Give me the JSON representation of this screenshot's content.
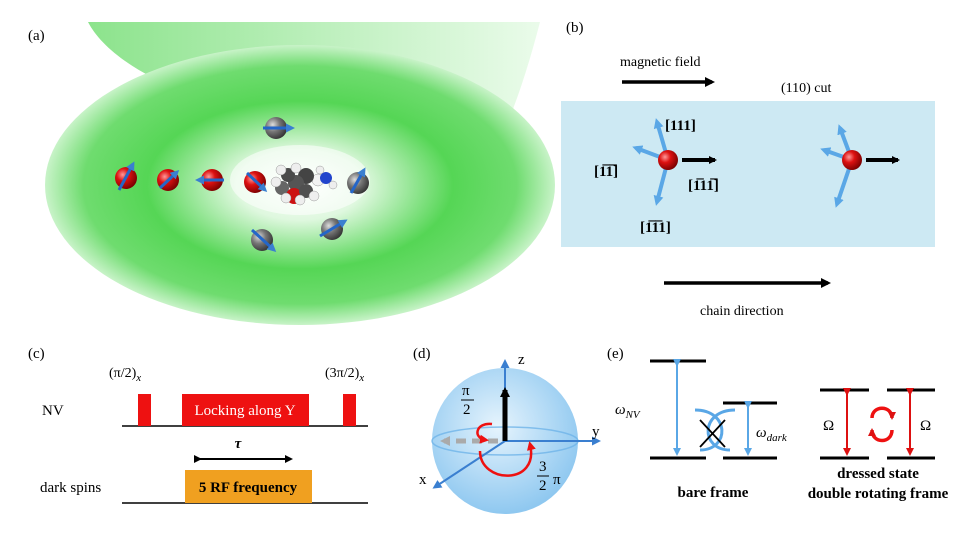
{
  "panels": {
    "a": {
      "label": "(a)"
    },
    "b": {
      "label": "(b)",
      "magnetic_field": "magnetic field",
      "cut": "(110) cut",
      "dir_111": "[111]",
      "dir_1m1m1": "[1̅1̅]",
      "dir_1m1m1_prefix": "[1",
      "dir_m1m11": "[1̅1̅1]",
      "dir_m11m1": "[1̅11̅]",
      "chain_direction": "chain direction"
    },
    "c": {
      "label": "(c)",
      "pulse_left": "(π/2)",
      "pulse_left_sub": "x",
      "pulse_right": "(3π/2)",
      "pulse_right_sub": "x",
      "nv": "NV",
      "locking": "Locking along Y",
      "tau": "τ",
      "dark_spins": "dark spins",
      "rf": "5 RF frequency"
    },
    "d": {
      "label": "(d)",
      "z": "z",
      "y": "y",
      "x": "x",
      "pi": "π",
      "two": "2",
      "three": "3",
      "three_half_pi_tail": "π"
    },
    "e": {
      "label": "(e)",
      "omega_nv": "ω",
      "omega_nv_sub": "NV",
      "omega_dark": "ω",
      "omega_dark_sub": "dark",
      "bare_frame": "bare frame",
      "rabi_left": "Ω",
      "rabi_right": "Ω",
      "dressed_state": "dressed state",
      "double_rotating": "double rotating frame"
    }
  },
  "colors": {
    "green": "#33cc33",
    "light_blue": "#cde9f3",
    "arrow_blue": "#5aa7e6",
    "pulse_red": "#ee1111",
    "rf_orange": "#f0a020",
    "sphere_blue": "#9fd0f3",
    "spin_red": "#cc0000",
    "spin_gray": "#666666"
  }
}
